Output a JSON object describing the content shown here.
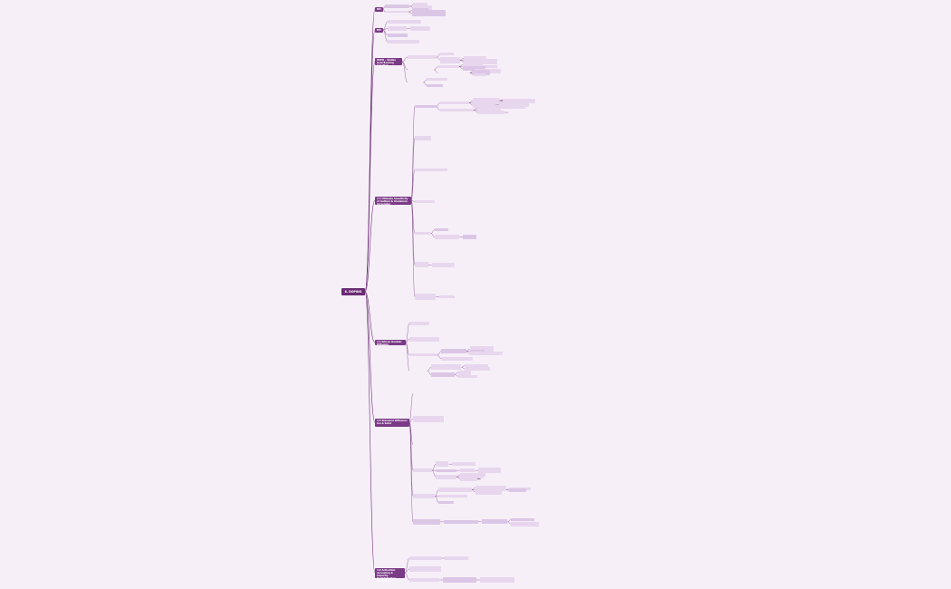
{
  "root": {
    "label": "8. DOPING"
  },
  "branches": [
    {
      "label": "HM"
    },
    {
      "label": "HM"
    },
    {
      "label": "HSPD – Visible Gold Bearing Injection"
    },
    {
      "label": "4.3 Ultimate Sensitivity of Gallium & Aluminum (Arsenide)"
    },
    {
      "label": "4.4 Silicon Doubler Diffusion"
    },
    {
      "label": "4.5 Standard Diffusion: Ion & Solid"
    },
    {
      "label": "4.6 Activation Annealing & Impurity Redistribution (Schedule)"
    }
  ],
  "colors": {
    "root": "#6b2a74",
    "branch": "#7b3a86",
    "line": "#6b2a74",
    "leaf": "#e8d6ee"
  }
}
